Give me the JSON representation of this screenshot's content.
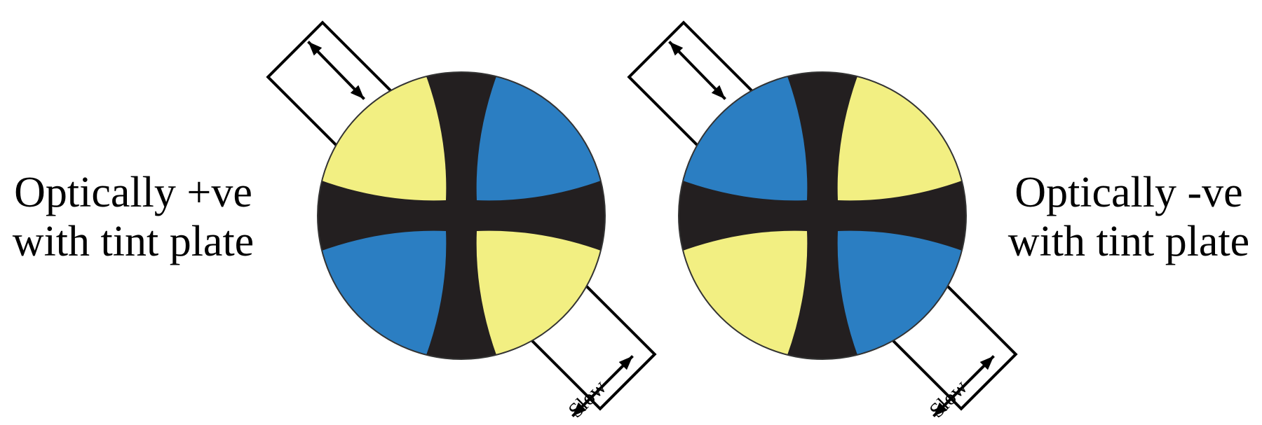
{
  "figures": [
    {
      "caption_line1": "Optically +ve",
      "caption_line2": "with tint plate",
      "slow_label": "Slow",
      "quadrants": [
        "#f2ef82",
        "#2b7ec2",
        "#f2ef82",
        "#2b7ec2"
      ]
    },
    {
      "caption_line1": "Optically -ve",
      "caption_line2": "with tint plate",
      "slow_label": "Slow",
      "quadrants": [
        "#2b7ec2",
        "#f2ef82",
        "#2b7ec2",
        "#f2ef82"
      ]
    }
  ],
  "colors": {
    "yellow": "#f2ef82",
    "blue": "#2b7ec2",
    "isogyre": "#231f20",
    "outline": "#000000"
  }
}
